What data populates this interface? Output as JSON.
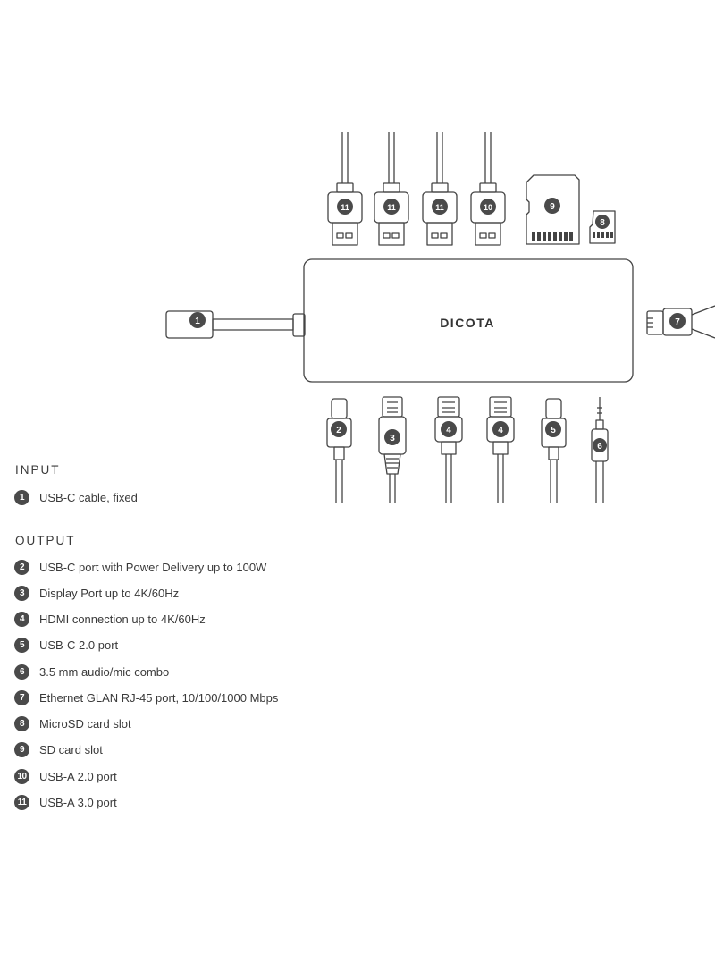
{
  "brand": "DICOTA",
  "sections": {
    "input_title": "INPUT",
    "output_title": "OUTPUT"
  },
  "legend": {
    "input": [
      {
        "num": "1",
        "text": "USB-C cable, fixed"
      }
    ],
    "output": [
      {
        "num": "2",
        "text": "USB-C port with Power Delivery up to 100W"
      },
      {
        "num": "3",
        "text": "Display Port up to 4K/60Hz"
      },
      {
        "num": "4",
        "text": "HDMI connection up to 4K/60Hz"
      },
      {
        "num": "5",
        "text": "USB-C 2.0 port"
      },
      {
        "num": "6",
        "text": "3.5 mm audio/mic combo"
      },
      {
        "num": "7",
        "text": "Ethernet GLAN RJ-45 port, 10/100/1000 Mbps"
      },
      {
        "num": "8",
        "text": "MicroSD card slot"
      },
      {
        "num": "9",
        "text": "SD card slot"
      },
      {
        "num": "10",
        "text": "USB-A 2.0 port"
      },
      {
        "num": "11",
        "text": "USB-A 3.0 port"
      }
    ]
  },
  "diagram_labels": {
    "top_usb_a": [
      "11",
      "11",
      "11",
      "10"
    ],
    "sd": "9",
    "microsd": "8",
    "input_cable": "1",
    "ethernet": "7",
    "bottom": [
      "2",
      "3",
      "4",
      "4",
      "5",
      "6"
    ]
  },
  "colors": {
    "line": "#444444",
    "badge": "#4a4a4a",
    "text": "#3a3a3a"
  }
}
